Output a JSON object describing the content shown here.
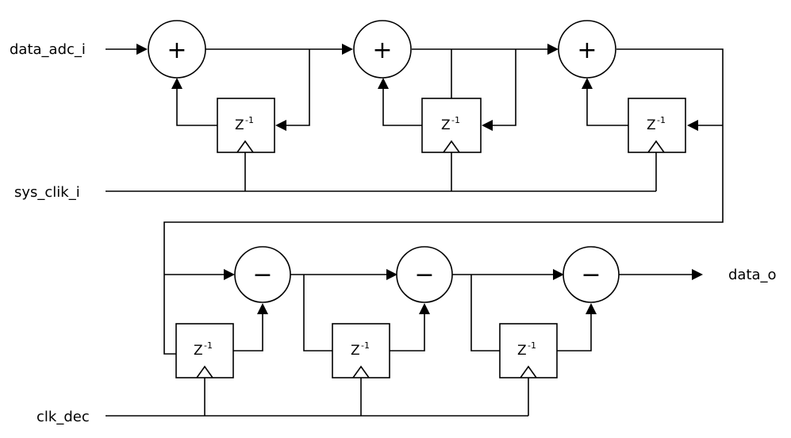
{
  "signals": {
    "data_in": "data_adc_i",
    "sys_clk": "sys_clik_i",
    "dec_clk": "clk_dec",
    "data_out": "data_o"
  },
  "delay": {
    "base": "Z",
    "exponent": "-1"
  },
  "integrator_symbol": "+",
  "comb_symbol": "−"
}
